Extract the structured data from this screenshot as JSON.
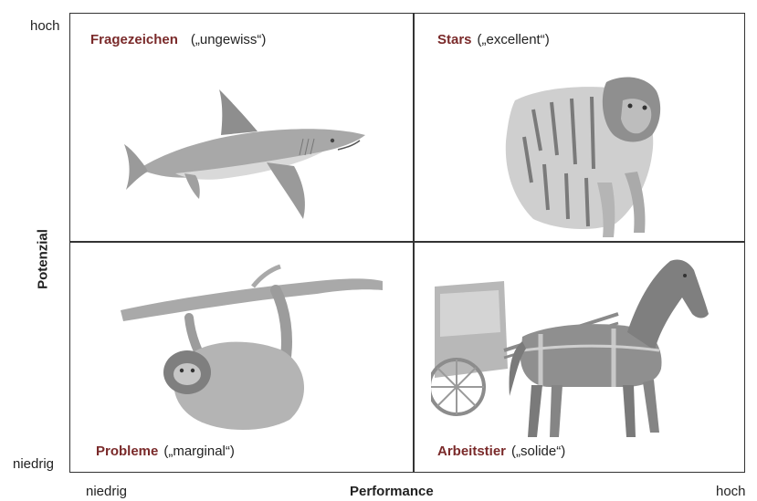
{
  "axes": {
    "y_title": "Potenzial",
    "y_high": "hoch",
    "y_low": "niedrig",
    "x_title": "Performance",
    "x_low": "niedrig",
    "x_high": "hoch"
  },
  "quadrants": {
    "top_left": {
      "name": "Fragezeichen",
      "note": "(„ungewiss“)",
      "image": "shark-icon"
    },
    "top_right": {
      "name": "Stars",
      "note": "(„excellent“)",
      "image": "tiger-icon"
    },
    "bottom_left": {
      "name": "Probleme",
      "note": "(„marginal“)",
      "image": "sloth-icon"
    },
    "bottom_right": {
      "name": "Arbeitstier",
      "note": "(„solide“)",
      "image": "horse-carriage-icon"
    }
  },
  "colors": {
    "label_accent": "#7a2a2a",
    "frame": "#333333",
    "illustration": "#9a9a9a"
  }
}
